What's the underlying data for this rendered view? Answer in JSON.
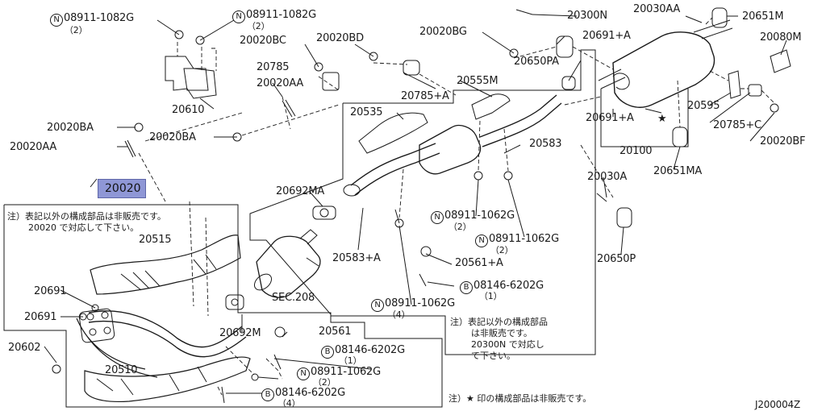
{
  "diagram_id": "J200004Z",
  "highlight": {
    "part": "20020",
    "color": "#8f97d6"
  },
  "labels": {
    "n08911_1082g_a": "08911-1082G",
    "qty_2_a": "（2）",
    "n08911_1082g_b": "08911-1082G",
    "qty_2_b": "（2）",
    "p20020bc": "20020BC",
    "p20020bd": "20020BD",
    "p20785": "20785",
    "p20020aa_top": "20020AA",
    "p20610": "20610",
    "p20020ba_a": "20020BA",
    "p20020aa": "20020AA",
    "p20020ba_b": "20020BA",
    "p20020bg": "20020BG",
    "p20300n": "20300N",
    "p20030aa": "20030AA",
    "p20651m": "20651M",
    "p20691a_top": "20691+A",
    "p20080m": "20080M",
    "p20650pa": "20650PA",
    "p20785a_mid": "20785+A",
    "p20555m": "20555M",
    "p20535": "20535",
    "p20595": "20595",
    "p20691a": "20691+A",
    "p20785c": "20785+C",
    "p20100": "20100",
    "p20020bf": "20020BF",
    "p20583": "20583",
    "p20651ma": "20651MA",
    "p20030a": "20030A",
    "p20692ma": "20692MA",
    "n08911_1062g_a": "08911-1062G",
    "qty_2_c": "（2）",
    "n08911_1062g_b": "08911-1062G",
    "qty_2_d": "（2）",
    "p20515": "20515",
    "p20583a": "20583+A",
    "p20561a": "20561+A",
    "p20650p": "20650P",
    "b08146_6202g_a": "08146-6202G",
    "qty_1_a": "（1）",
    "sec208": "SEC.208",
    "n08911_1062g_c": "08911-1062G",
    "qty_4_a": "（4）",
    "p20691_a": "20691",
    "p20691_b": "20691",
    "p20692m": "20692M",
    "p20561": "20561",
    "b08146_6202g_b": "08146-6202G",
    "qty_1_b": "（1）",
    "p20602": "20602",
    "p20510": "20510",
    "n08911_1062g_d": "08911-1062G",
    "qty_2_e": "（2）",
    "b08146_6202g_c": "08146-6202G",
    "qty_4_b": "（4）"
  },
  "prefix": {
    "n": "N",
    "b": "B"
  },
  "notes": {
    "left_line1": "注）表記以外の構成部品は非販売です。",
    "left_line2": "20020 で対応して下さい。",
    "right_line1": "注）表記以外の構成部品",
    "right_line2": "は非販売です。",
    "right_line3": "20300N で対応し",
    "right_line4": "て下さい。",
    "bottom": "注）★ 印の構成部品は非販売です。"
  }
}
